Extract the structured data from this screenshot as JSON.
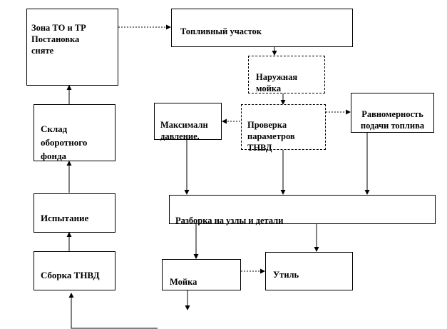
{
  "boxes": {
    "zone_to": "Зона ТО и ТР\nПостановка\nсняте",
    "fuel_section": "Топливный участок",
    "outer_wash": "Наружная\nмойка",
    "max_pressure": "Максималн\nдавление.",
    "check_params": "Проверка\nпараметров\nТНВД",
    "uniformity": "Равномерность\nподачи топлива",
    "warehouse": "Склад\nоборотного\nфонда",
    "testing": "Испытание",
    "disassembly": "Разборка на узлы и детали",
    "assembly": "Сборка ТНВД",
    "washing": "Мойка",
    "scrap": "Утиль"
  }
}
